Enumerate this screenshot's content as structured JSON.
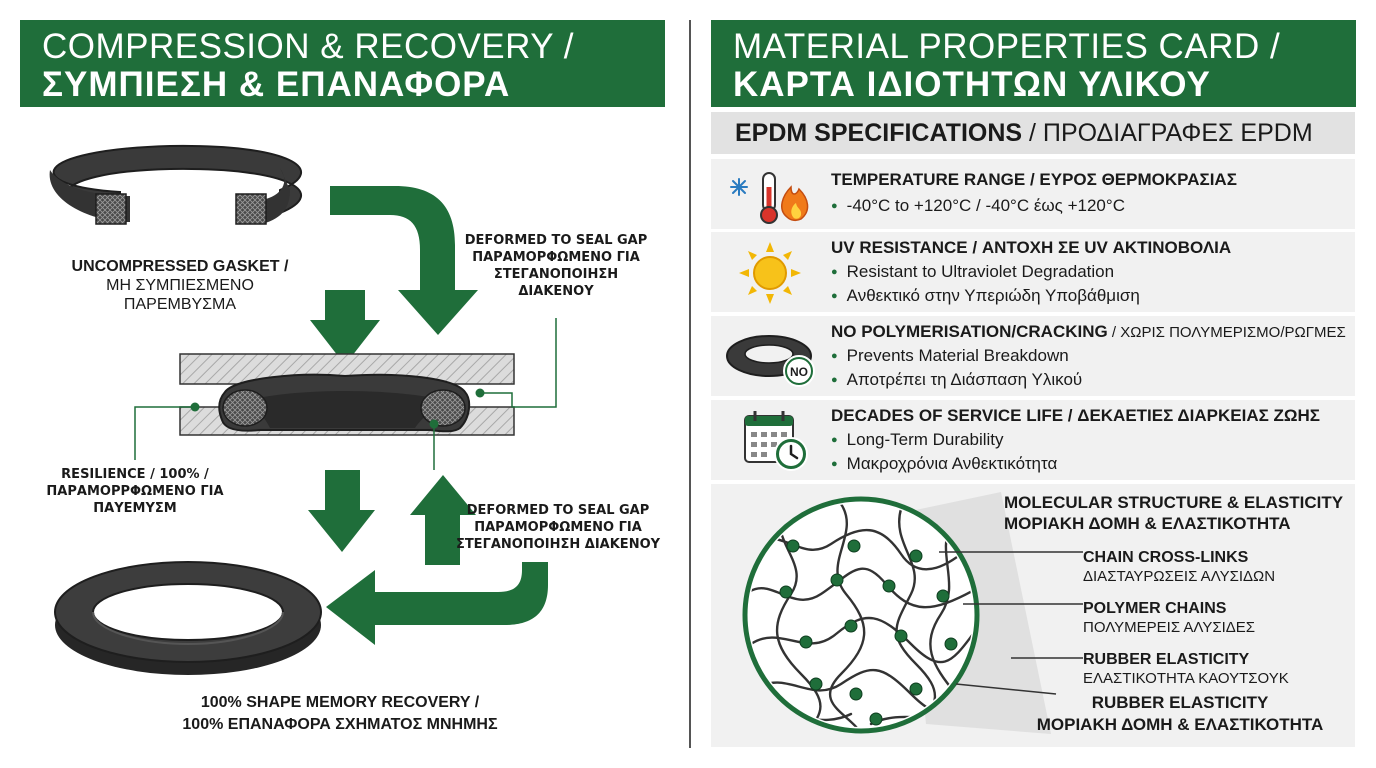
{
  "left_panel": {
    "banner_en": "COMPRESSION & RECOVERY /",
    "banner_gr": "ΣΥΜΠΙΕΣΗ & ΕΠΑΝΑΦΟΡΑ",
    "uncompressed_en": "UNCOMPRESSED GASKET /",
    "uncompressed_gr1": "ΜΗ ΣΥΜΠΙΕΣΜΕΝΟ",
    "uncompressed_gr2": "ΠΑΡΕΜΒΥΣΜΑ",
    "deformed_top_en": "DEFORMED TO SEAL GAP",
    "deformed_top_gr1": "ΠΑΡΑΜΟΡΦΩΜΕΝΟ ΓΙΑ",
    "deformed_top_gr2": "ΣΤΕΓΑΝΟΠΟΙΗΣΗ",
    "deformed_top_gr3": "ΔΙΑΚΕΝΟΥ",
    "resilience_en": "RESILIENCE / 100% /",
    "resilience_gr1": "ΠΑΡΑΜΟΡΡΦΩΜΕΝΟ ΓΙΑ",
    "resilience_gr2": "ΠΑΥΕΜΥΣΜ",
    "deformed_bottom_en": "DEFORMED TO SEAL GAP",
    "deformed_bottom_gr1": "ΠΑΡΑΜΟΡΦΩΜΕΝΟ ΓΙΑ",
    "deformed_bottom_gr2": "ΣΤΕΓΑΝΟΠΟΙΗΣΗ ΔΙΑΚΕΝΟΥ",
    "recovery_en": "100% SHAPE MEMORY RECOVERY /",
    "recovery_gr": "100% ΕΠΑΝΑΦΟΡΑ ΣΧΗΜΑΤΟΣ ΜΝΗΜΗΣ"
  },
  "right_panel": {
    "banner_en": "MATERIAL PROPERTIES CARD /",
    "banner_gr": "ΚΑΡΤΑ ΙΔΙΟΤΗΤΩΝ ΥΛΙΚΟΥ",
    "spec_head_en": "EPDM SPECIFICATIONS",
    "spec_head_gr": " / ΠΡΟΔΙΑΓΡΑΦΕΣ EPDM",
    "rows": [
      {
        "icon": "thermometer-icon",
        "title": "TEMPERATURE RANGE / ΕΥΡΟΣ ΘΕΡΜΟΚΡΑΣΙΑΣ",
        "sub": "",
        "bullets": [
          "-40°C to +120°C / -40°C έως +120°C"
        ]
      },
      {
        "icon": "sun-icon",
        "title": "UV RESISTANCE / ΑΝΤΟΧΗ ΣΕ UV ΑΚΤΙΝΟΒΟΛΙΑ",
        "sub": "",
        "bullets": [
          "Resistant to Ultraviolet Degradation",
          "Ανθεκτικό στην Υπεριώδη Υποβάθμιση"
        ]
      },
      {
        "icon": "gasket-no-icon",
        "title": "NO POLYMERISATION/CRACKING",
        "sub": " / ΧΩΡΙΣ ΠΟΛΥΜΕΡΙΣΜΟ/ΡΩΓΜΕΣ",
        "bullets": [
          "Prevents Material Breakdown",
          "Αποτρέπει τη Διάσπαση Υλικού"
        ],
        "badge": "NO"
      },
      {
        "icon": "calendar-clock-icon",
        "title": "DECADES OF SERVICE LIFE / ΔΕΚΑΕΤΙΕΣ ΔΙΑΡΚΕΙΑΣ ΖΩΗΣ",
        "sub": "",
        "bullets": [
          "Long-Term Durability",
          "Μακροχρόνια Ανθεκτικότητα"
        ]
      }
    ],
    "molecular": {
      "title_en": "MOLECULAR STRUCTURE & ELASTICITY",
      "title_gr": "ΜΟΡΙΑΚΗ ΔΟΜΗ & ΕΛΑΣΤΙΚΟΤΗΤΑ",
      "labels": [
        {
          "en": "CHAIN CROSS-LINKS",
          "gr": "ΔΙΑΣΤΑΥΡΩΣΕΙΣ ΑΛΥΣΙΔΩΝ"
        },
        {
          "en": "POLYMER CHAINS",
          "gr": "ΠΟΛΥΜΕΡΕΙΣ ΑΛΥΣΙΔΕΣ"
        },
        {
          "en": "RUBBER ELASTICITY",
          "gr": "ΕΛΑΣΤΙΚΟΤΗΤΑ ΚΑΟΥΤΣΟΥΚ"
        },
        {
          "en": "RUBBER ELASTICITY",
          "gr": "ΜΟΡΙΑΚΗ ΔΟΜΗ & ΕΛΑΣΤΙΚΟΤΗΤΑ"
        }
      ]
    }
  },
  "colors": {
    "brand_green": "#1f6e3a",
    "dark_rubber": "#3a3a3a",
    "light_gray": "#f1f1f1"
  }
}
